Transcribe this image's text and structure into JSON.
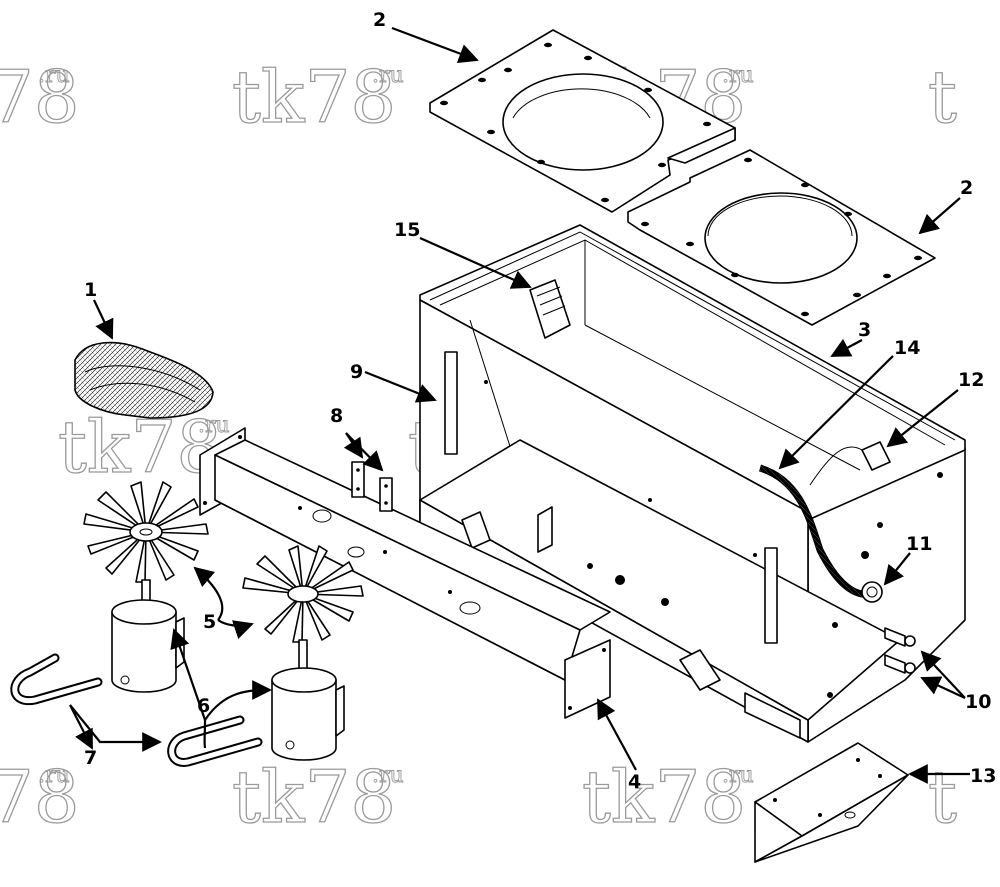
{
  "watermark": {
    "main": "tk78",
    "suffix": ".ru",
    "partial_main": "78",
    "partial_left": "t"
  },
  "callouts": {
    "c1": "1",
    "c2a": "2",
    "c2b": "2",
    "c3": "3",
    "c4": "4",
    "c5": "5",
    "c6": "6",
    "c7": "7",
    "c8": "8",
    "c9": "9",
    "c10": "10",
    "c11": "11",
    "c12": "12",
    "c13": "13",
    "c14": "14",
    "c15": "15"
  },
  "colors": {
    "line": "#000000",
    "watermark": "#9a9a9a",
    "background": "#ffffff"
  }
}
